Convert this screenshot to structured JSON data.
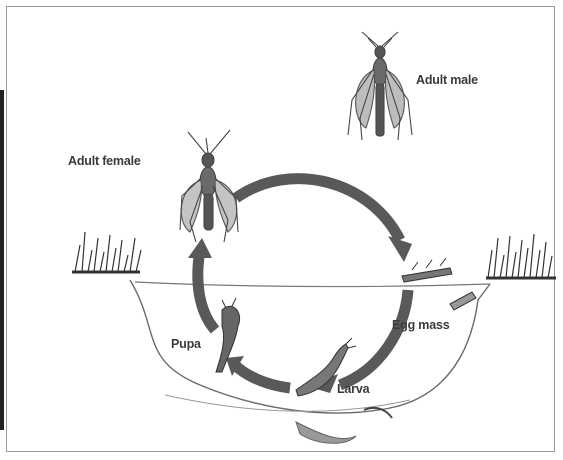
{
  "diagram": {
    "labels": {
      "adult_male": "Adult male",
      "adult_female": "Adult female",
      "egg_mass": "Egg mass",
      "larva": "Larva",
      "pupa": "Pupa"
    },
    "colors": {
      "arrow": "#595959",
      "insect": "#444444",
      "line": "#6a6a6a",
      "grass": "#333333"
    }
  }
}
